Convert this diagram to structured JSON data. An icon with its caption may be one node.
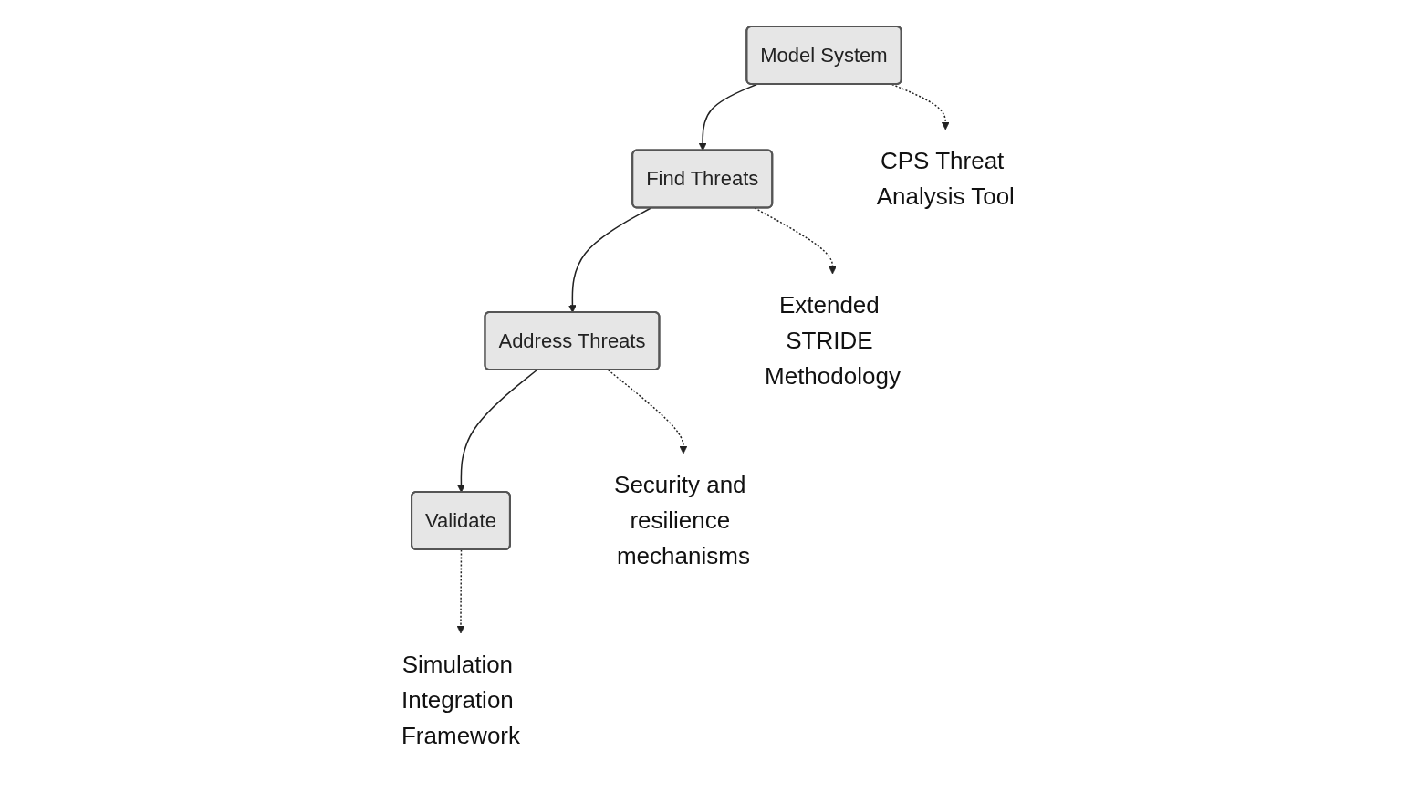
{
  "diagram": {
    "nodes": [
      {
        "text": [
          "Model System"
        ]
      },
      {
        "text": [
          "Find Threats"
        ]
      },
      {
        "text": [
          "Address Threats"
        ]
      },
      {
        "text": [
          "Validate"
        ]
      },
      {
        "text": [
          "CPS Threat Analysis Tool"
        ]
      },
      {
        "text": [
          "Extended STRIDE Methodology"
        ]
      },
      {
        "text": [
          "Security and resilience mechanisms"
        ]
      },
      {
        "text": [
          "Simulation Integration Framework"
        ]
      }
    ],
    "edges": [
      {
        "from": 0,
        "to": 1,
        "arrow": "to"
      },
      {
        "from": 1,
        "to": 2,
        "arrow": "to"
      },
      {
        "from": 2,
        "to": 3,
        "arrow": "to"
      },
      {
        "from": 0,
        "to": 4,
        "arrow": "to",
        "style": "dashed"
      },
      {
        "from": 1,
        "to": 5,
        "arrow": "to",
        "style": "dashed"
      },
      {
        "from": 2,
        "to": 6,
        "arrow": "to",
        "style": "dashed"
      },
      {
        "from": 3,
        "to": 7,
        "arrow": "to",
        "style": "dashed"
      }
    ]
  }
}
